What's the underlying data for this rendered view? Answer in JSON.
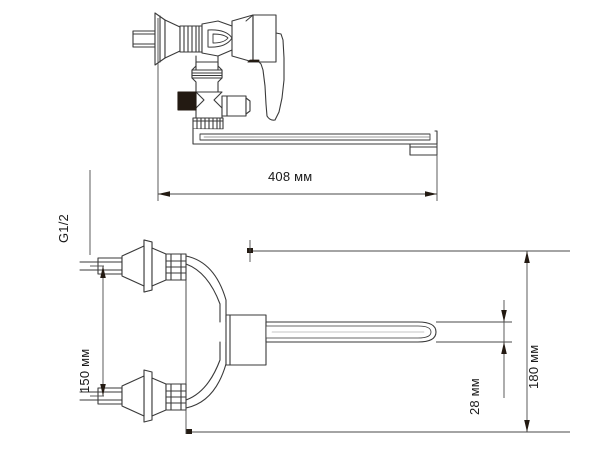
{
  "drawing": {
    "title": "Wall-mounted shower mixer tap technical drawing",
    "views": [
      {
        "name": "top-view",
        "description": "Top view of wall mixer with long swivel spout"
      },
      {
        "name": "front-view",
        "description": "Front view showing wall escutcheons and spout"
      }
    ],
    "line_color": "#3a3a3a",
    "dim_line_color": "#4a4a4a",
    "fill_color": "#ffffff",
    "accent_dark": "#231a12",
    "background": "#ffffff"
  },
  "dimensions": {
    "spout_length": {
      "value": "408 мм",
      "orientation": "horizontal"
    },
    "thread_spec": {
      "value": "G1/2",
      "orientation": "vertical"
    },
    "inlet_spacing": {
      "value": "150 мм",
      "orientation": "vertical"
    },
    "spout_height": {
      "value": "28 мм",
      "orientation": "vertical"
    },
    "total_height": {
      "value": "180 мм",
      "orientation": "vertical"
    }
  }
}
